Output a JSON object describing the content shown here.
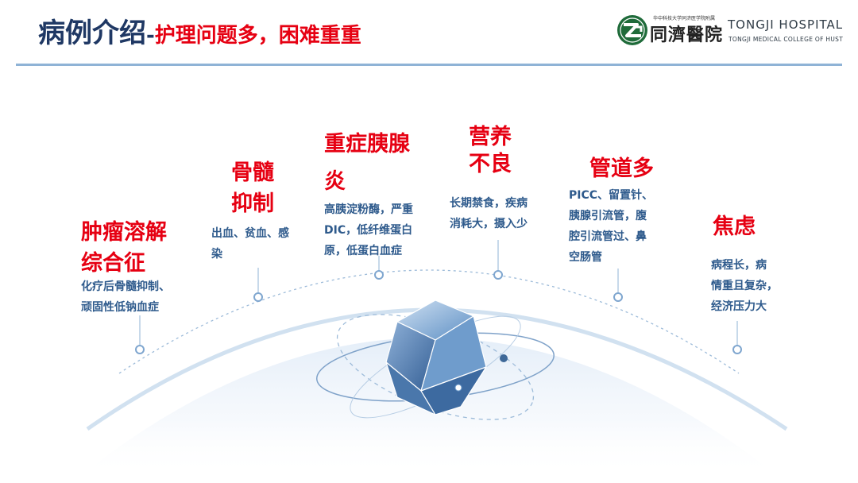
{
  "header": {
    "title_main": "病例介绍",
    "title_dash": "-",
    "title_sub": "护理问题多，困难重重"
  },
  "logo": {
    "cn_small": "华中科技大学同济医学院附属",
    "cn": "同濟醫院",
    "en": "TONGJI HOSPITAL",
    "en_sub": "TONGJI MEDICAL COLLEGE OF HUST",
    "icon": "tongji-emblem-icon",
    "brand_color": "#1f6b3a"
  },
  "colors": {
    "title": "#1f3864",
    "accent_red": "#e60012",
    "desc_blue": "#2e5a8c",
    "rule": "#8fb3d6"
  },
  "problems": [
    {
      "title_lines": [
        "肿瘤溶解",
        "综合征"
      ],
      "desc_lines": [
        "化疗后骨髓抑制、",
        "顽固性低钠血症"
      ]
    },
    {
      "title_lines": [
        "骨髓",
        "抑制"
      ],
      "desc_lines": [
        "出血、贫血、感",
        "染"
      ]
    },
    {
      "title_lines": [
        "重症胰腺",
        "炎"
      ],
      "desc_lines": [
        "高胰淀粉酶，严重",
        "DIC，低纤维蛋白",
        "原，低蛋白血症"
      ]
    },
    {
      "title_lines": [
        "营养",
        "不良"
      ],
      "desc_lines": [
        "长期禁食，疾病",
        "消耗大，摄入少"
      ]
    },
    {
      "title_lines": [
        "管道多"
      ],
      "desc_lines": [
        "PICC、留置针、",
        "胰腺引流管，腹",
        "腔引流管过、鼻",
        "空肠管"
      ]
    },
    {
      "title_lines": [
        "焦虑"
      ],
      "desc_lines": [
        "病程长，病",
        "情重且复杂，",
        "经济压力大"
      ]
    }
  ]
}
